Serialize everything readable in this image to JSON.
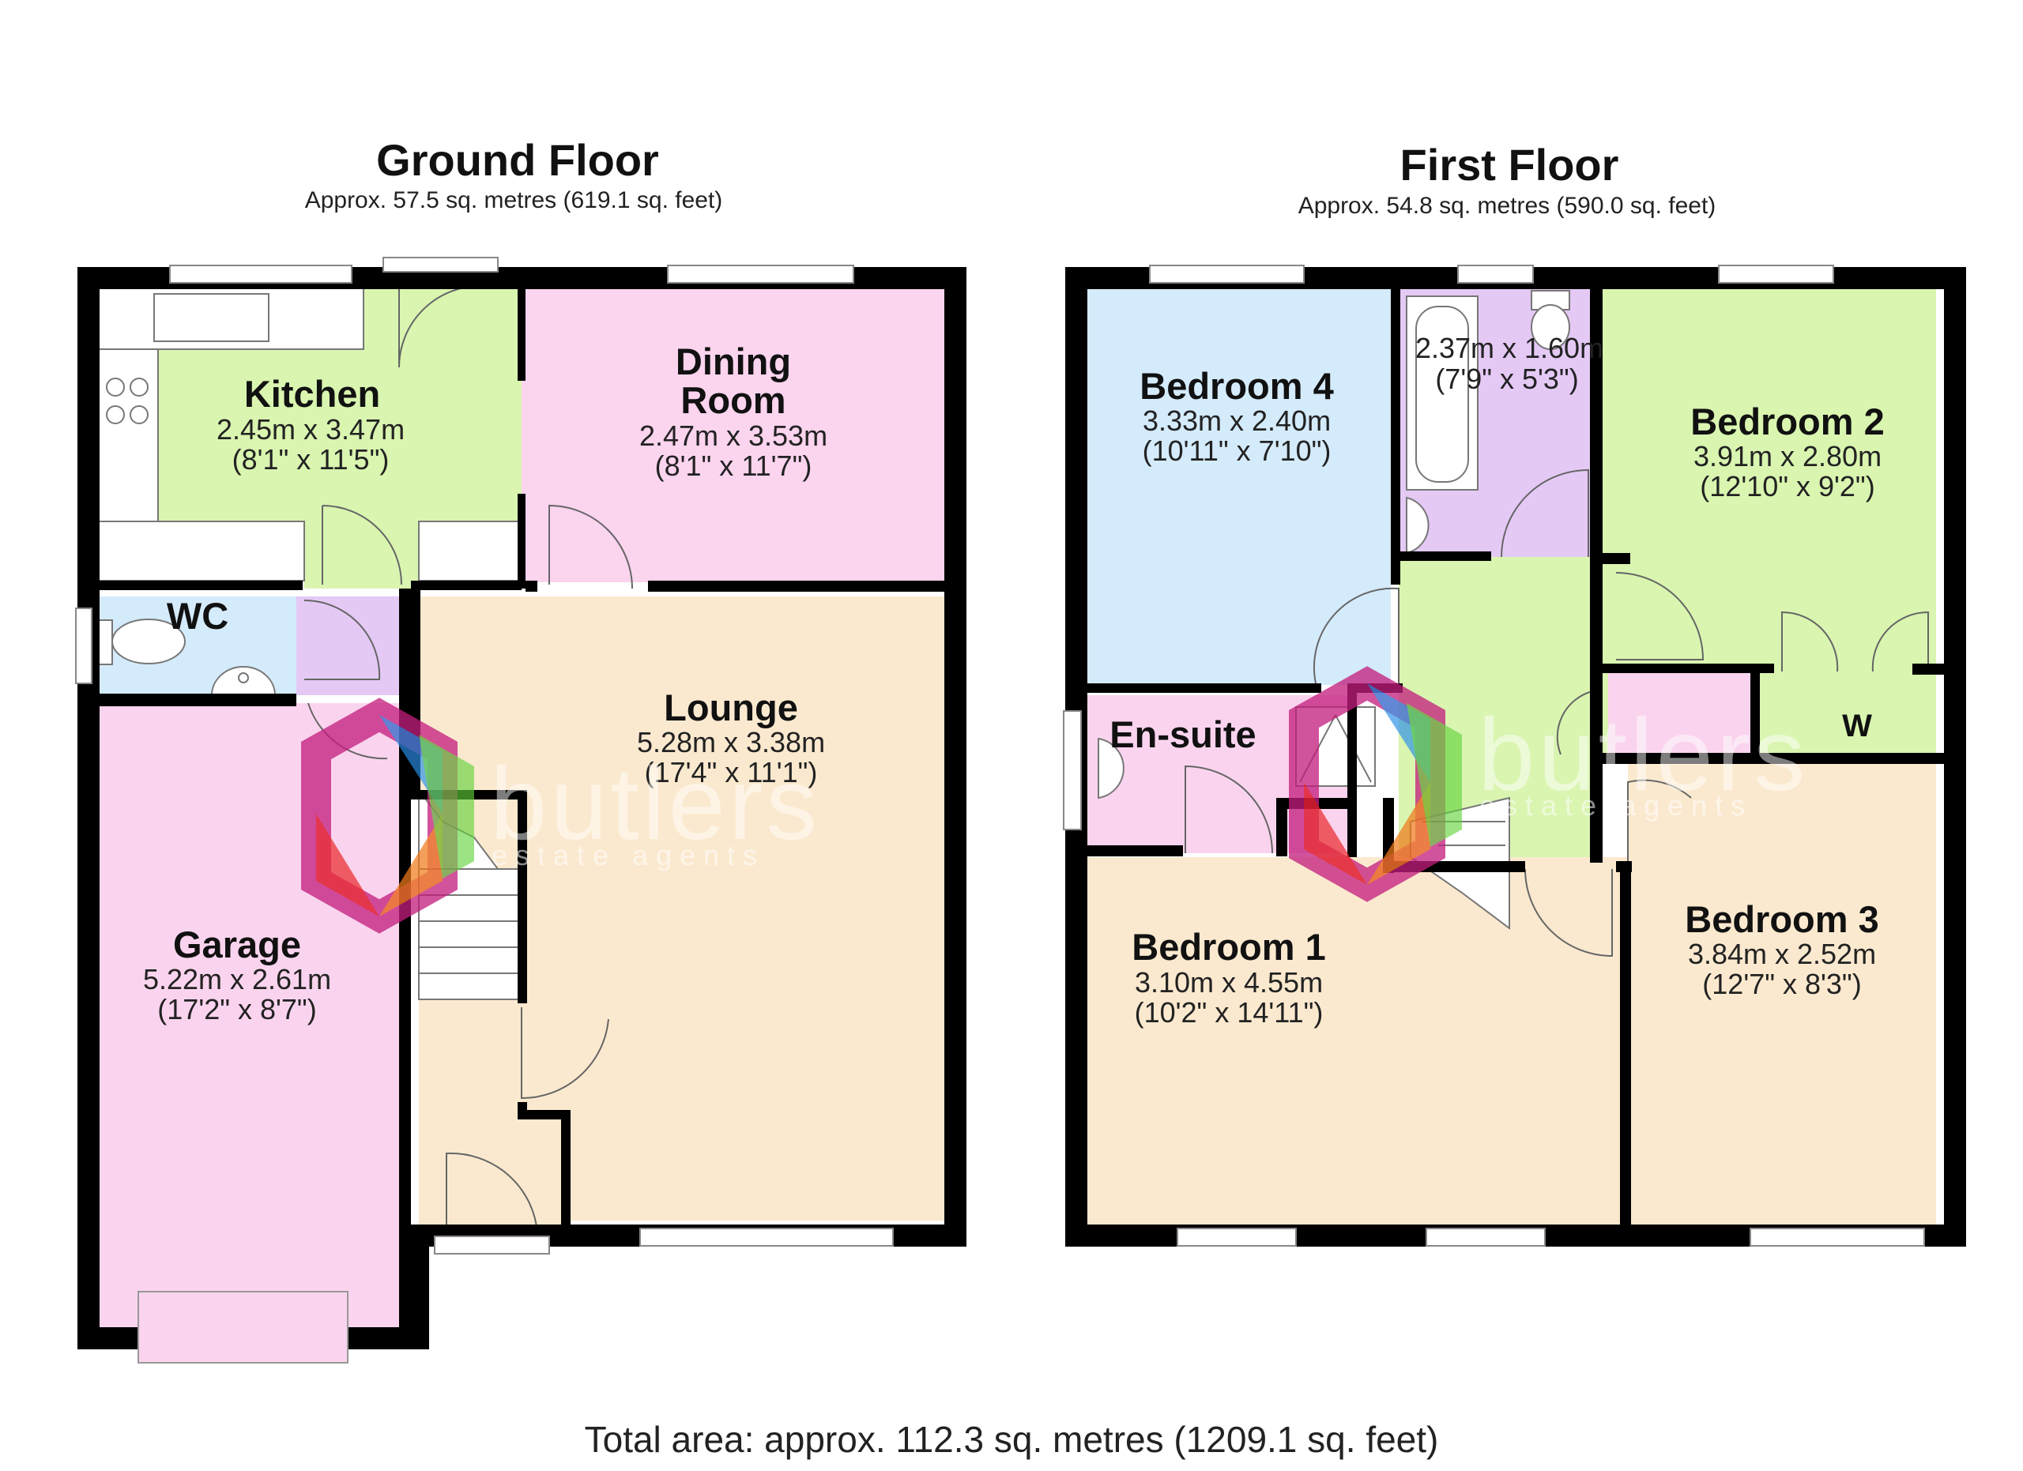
{
  "ground_floor": {
    "title": "Ground Floor",
    "area": "Approx. 57.5 sq. metres (619.1 sq. feet)",
    "rooms": {
      "kitchen": {
        "name": "Kitchen",
        "metric": "2.45m x 3.47m",
        "imperial": "(8'1\" x 11'5\")"
      },
      "dining": {
        "name1": "Dining",
        "name2": "Room",
        "metric": "2.47m x 3.53m",
        "imperial": "(8'1\" x 11'7\")"
      },
      "wc": {
        "name": "WC"
      },
      "lounge": {
        "name": "Lounge",
        "metric": "5.28m x 3.38m",
        "imperial": "(17'4\" x 11'1\")"
      },
      "garage": {
        "name": "Garage",
        "metric": "5.22m x 2.61m",
        "imperial": "(17'2\" x 8'7\")"
      }
    }
  },
  "first_floor": {
    "title": "First Floor",
    "area": "Approx. 54.8 sq. metres (590.0 sq. feet)",
    "rooms": {
      "bedroom4": {
        "name": "Bedroom 4",
        "metric": "3.33m x 2.40m",
        "imperial": "(10'11\" x 7'10\")"
      },
      "bathroom": {
        "metric": "2.37m x 1.60m",
        "imperial": "(7'9\" x 5'3\")"
      },
      "bedroom2": {
        "name": "Bedroom 2",
        "metric": "3.91m x 2.80m",
        "imperial": "(12'10\" x 9'2\")"
      },
      "wardrobe": {
        "name": "W"
      },
      "ensuite": {
        "name": "En-suite"
      },
      "bedroom1": {
        "name": "Bedroom 1",
        "metric": "3.10m x 4.55m",
        "imperial": "(10'2\" x 14'11\")"
      },
      "bedroom3": {
        "name": "Bedroom 3",
        "metric": "3.84m x 2.52m",
        "imperial": "(12'7\" x 8'3\")"
      }
    }
  },
  "total_area": "Total area: approx. 112.3 sq. metres (1209.1 sq. feet)",
  "watermark": {
    "name": "butlers",
    "tagline": "estate agents"
  },
  "colors": {
    "kitchen": "#d9f5b0",
    "dining": "#fbd4ee",
    "wc": "#d4ebfb",
    "wc_lobby": "#e4c9f5",
    "lounge": "#fbe9cf",
    "garage": "#fad4ee",
    "bedroom4": "#d4ebfb",
    "bathroom": "#e4c9f5",
    "landing": "#d9f5b0",
    "bedroom2": "#d9f5b0",
    "ensuite": "#fad4ee",
    "bedroom1": "#fbe9cf",
    "bedroom3": "#fbe9cf",
    "cupboard": "#fad4ee"
  }
}
